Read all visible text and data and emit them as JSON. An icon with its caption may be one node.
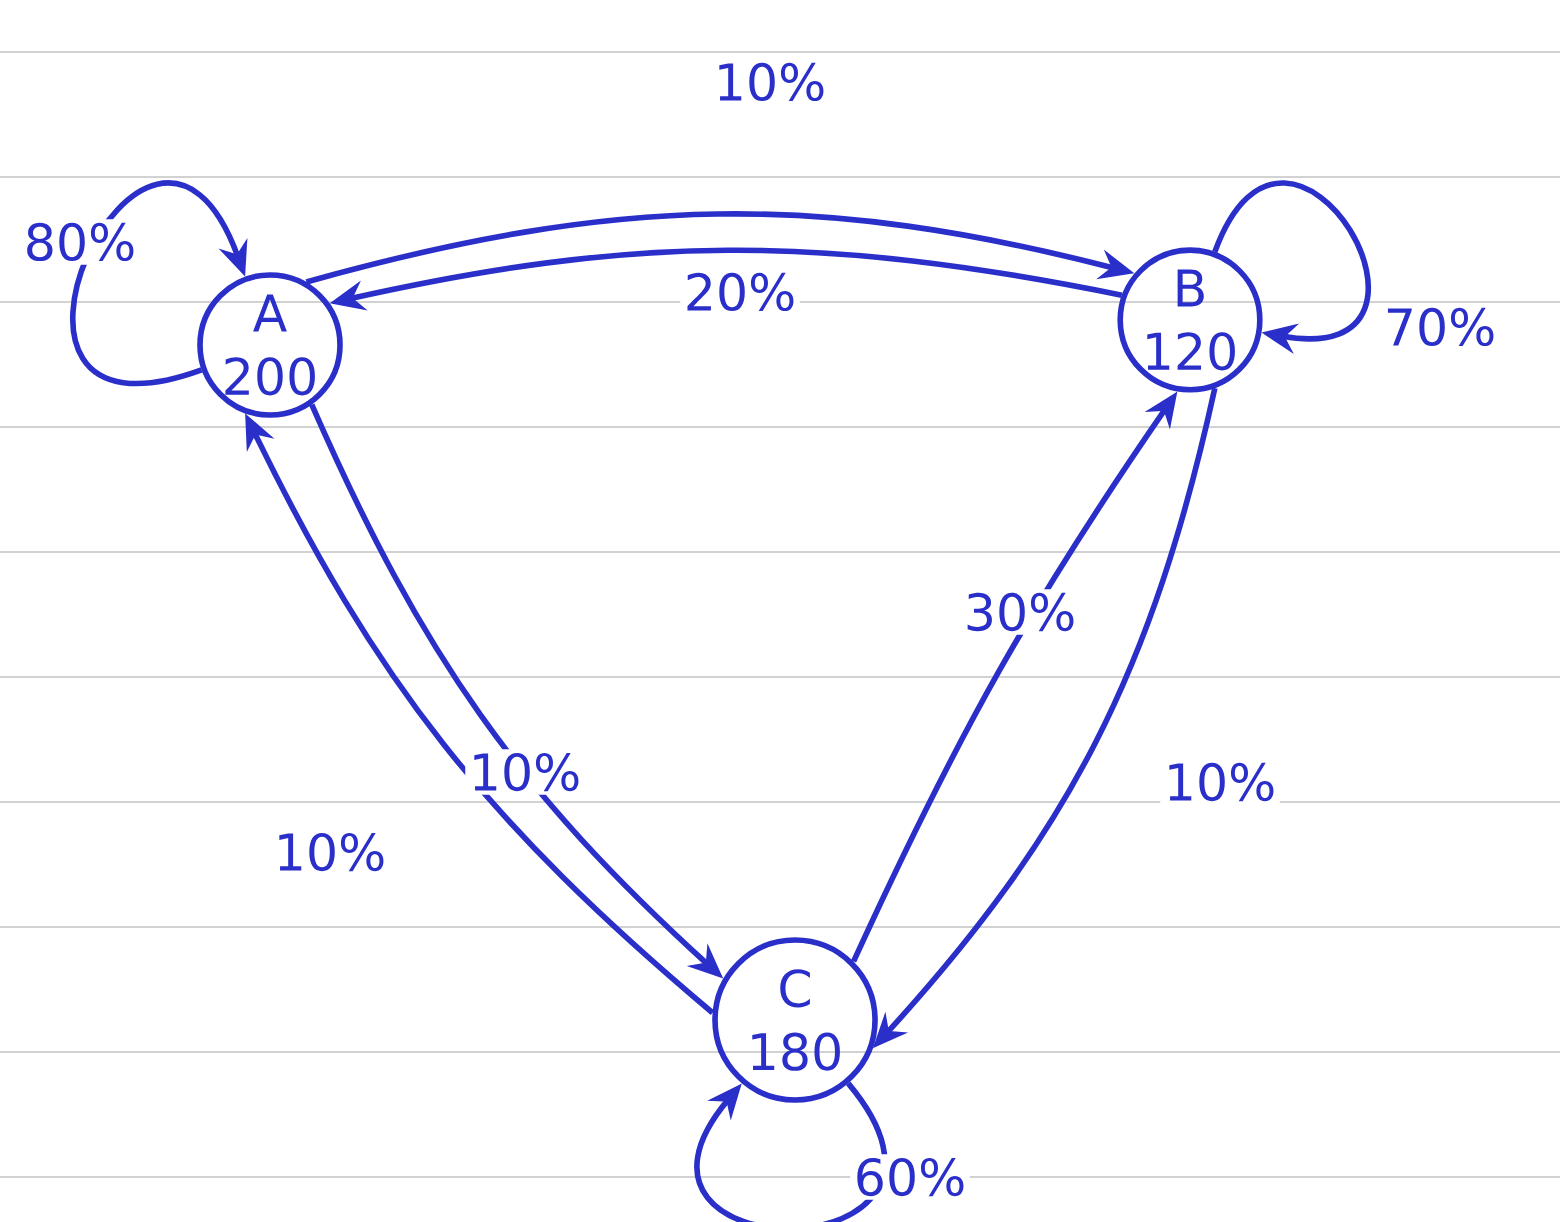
{
  "diagram": {
    "nodes": [
      {
        "text": [
          "A",
          "200"
        ]
      },
      {
        "text": [
          "B",
          "120"
        ]
      },
      {
        "text": [
          "C",
          "180"
        ]
      }
    ],
    "edges": [
      {
        "from": 0,
        "to": 0,
        "arrow": "to",
        "label": "80%"
      },
      {
        "from": 0,
        "to": 1,
        "arrow": "to",
        "label": "10%"
      },
      {
        "from": 1,
        "to": 0,
        "arrow": "to",
        "label": "20%"
      },
      {
        "from": 1,
        "to": 1,
        "arrow": "to",
        "label": "70%"
      },
      {
        "from": 0,
        "to": 2,
        "arrow": "to",
        "label": "10%"
      },
      {
        "from": 2,
        "to": 0,
        "arrow": "to",
        "label": "10%"
      },
      {
        "from": 2,
        "to": 1,
        "arrow": "to",
        "label": "30%"
      },
      {
        "from": 1,
        "to": 2,
        "arrow": "to",
        "label": "10%"
      },
      {
        "from": 2,
        "to": 2,
        "arrow": "to",
        "label": "60%"
      }
    ]
  }
}
